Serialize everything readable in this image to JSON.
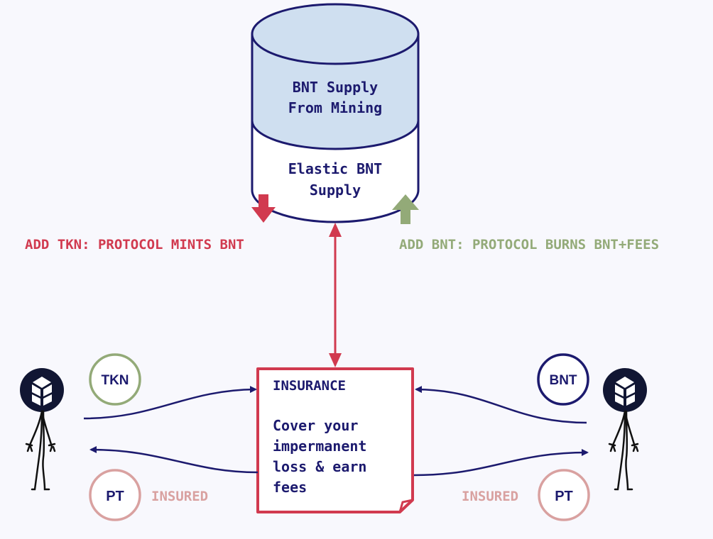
{
  "colors": {
    "navy": "#1c1a6e",
    "red": "#d13a4f",
    "green": "#93aa78",
    "pink": "#d9a1a0",
    "cylinder_top": "#cfdff0",
    "figure_head": "#111633"
  },
  "cylinder": {
    "top_label_line1": "BNT Supply",
    "top_label_line2": "From Mining",
    "bottom_label_line1": "Elastic BNT",
    "bottom_label_line2": "Supply"
  },
  "labels": {
    "add_tkn": "ADD TKN: PROTOCOL MINTS BNT",
    "add_bnt": "ADD BNT: PROTOCOL BURNS BNT+FEES"
  },
  "insurance": {
    "title": "INSURANCE",
    "line1": "Cover your",
    "line2": "impermanent",
    "line3": "loss & earn",
    "line4": "fees"
  },
  "tokens": {
    "left_in": "TKN",
    "left_out": "PT",
    "right_in": "BNT",
    "right_out": "PT",
    "left_out_note": "INSURED",
    "right_out_note": "INSURED"
  },
  "icons": {
    "left_user": "bancor-stick-figure",
    "right_user": "bancor-stick-figure",
    "down_arrow": "red-down-arrow",
    "up_arrow": "green-up-arrow"
  }
}
